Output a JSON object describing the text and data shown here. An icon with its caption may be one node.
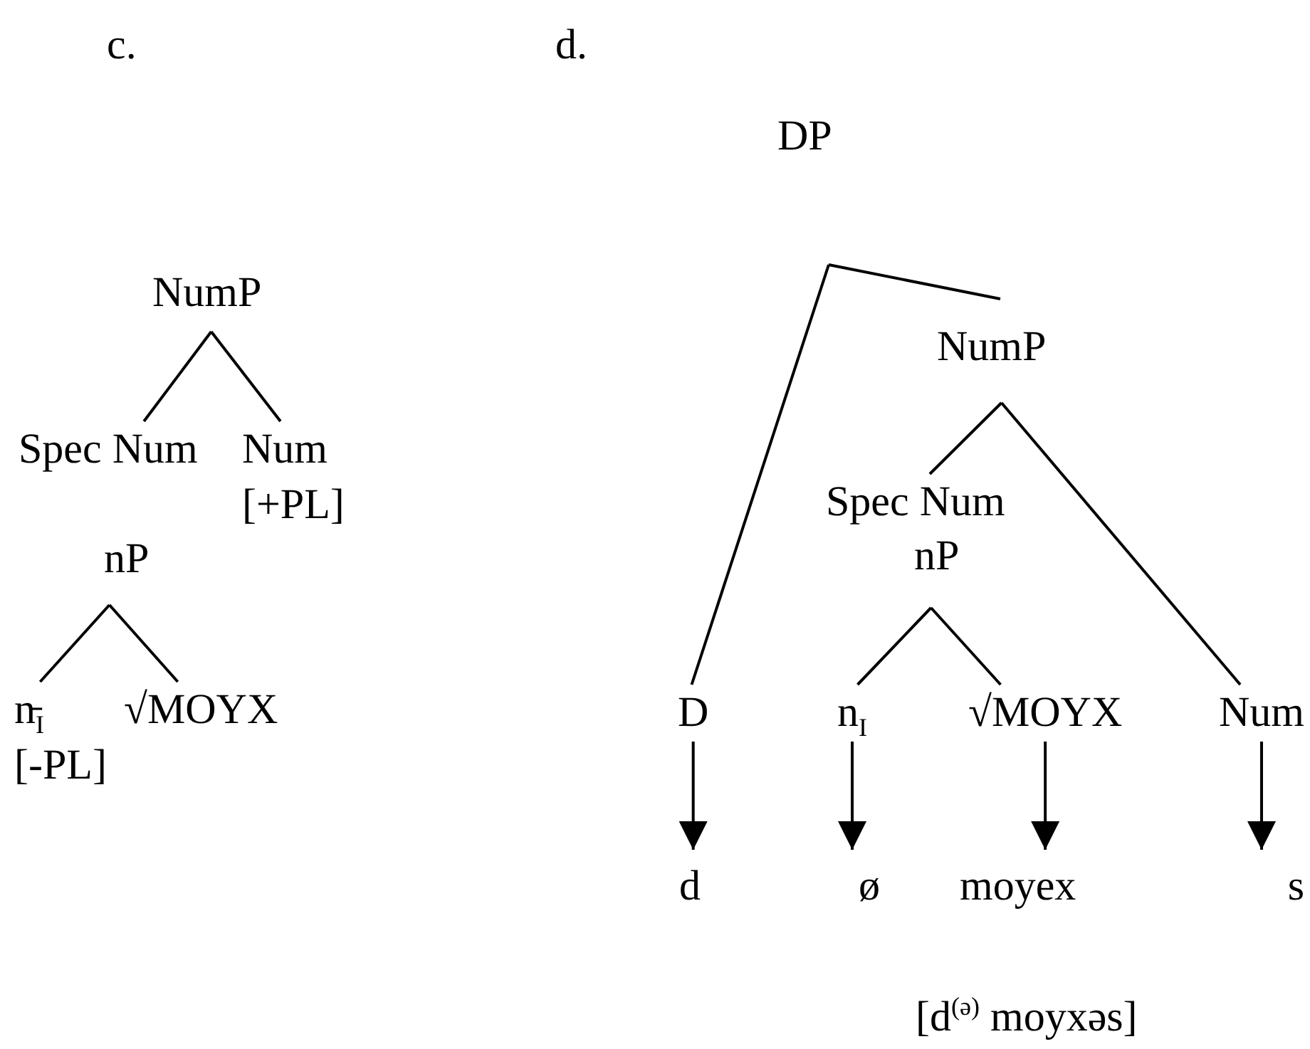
{
  "diagram": {
    "nodes": [
      {
        "text": [
          "NumP"
        ]
      },
      {
        "text": [
          "Spec Num"
        ]
      },
      {
        "text": [
          "Num",
          "[+PL]"
        ]
      },
      {
        "text": [
          "nP"
        ]
      },
      {
        "text": [
          "n̵$_{I}$",
          "[-PL]"
        ]
      },
      {
        "text": [
          "√MOYX"
        ]
      },
      {
        "text": [
          "DP"
        ]
      },
      {
        "text": [
          "NumP"
        ]
      },
      {
        "text": [
          "Spec Num"
        ]
      },
      {
        "text": [
          "nP"
        ]
      },
      {
        "text": [
          "D"
        ]
      },
      {
        "text": [
          "n$_{I}$"
        ]
      },
      {
        "text": [
          "√MOYX"
        ]
      },
      {
        "text": [
          "Num"
        ]
      },
      {
        "text": [
          "d"
        ]
      },
      {
        "text": [
          "ø"
        ]
      },
      {
        "text": [
          "moyex"
        ]
      },
      {
        "text": [
          "s"
        ]
      }
    ],
    "edges": [
      {
        "from": 0,
        "to": 1,
        "arrow": "none"
      },
      {
        "from": 0,
        "to": 2,
        "arrow": "none"
      },
      {
        "from": 3,
        "to": 4,
        "arrow": "none"
      },
      {
        "from": 3,
        "to": 5,
        "arrow": "none"
      },
      {
        "from": null,
        "to": 10,
        "arrow": "none"
      },
      {
        "from": null,
        "to": 7,
        "arrow": "none"
      },
      {
        "from": 7,
        "to": 8,
        "arrow": "none"
      },
      {
        "from": 7,
        "to": 13,
        "arrow": "none"
      },
      {
        "from": 9,
        "to": 11,
        "arrow": "none"
      },
      {
        "from": 9,
        "to": 12,
        "arrow": "none"
      },
      {
        "from": 10,
        "to": 14,
        "arrow": "to"
      },
      {
        "from": 11,
        "to": 15,
        "arrow": "to"
      },
      {
        "from": 12,
        "to": 16,
        "arrow": "to"
      },
      {
        "from": 13,
        "to": 17,
        "arrow": "to"
      }
    ],
    "labels": [
      "c.",
      "d.",
      "[d$^{(ə)}$ moyxəs]"
    ]
  }
}
